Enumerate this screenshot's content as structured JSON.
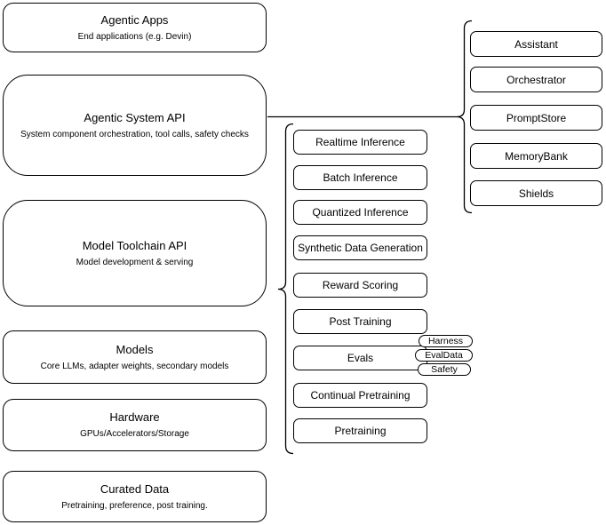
{
  "left_column": {
    "boxes": [
      {
        "title": "Agentic Apps",
        "subtitle": "End applications (e.g. Devin)"
      },
      {
        "title": "Agentic System API",
        "subtitle": "System component orchestration, tool calls, safety checks"
      },
      {
        "title": "Model Toolchain API",
        "subtitle": "Model development & serving"
      },
      {
        "title": "Models",
        "subtitle": "Core LLMs, adapter weights, secondary models"
      },
      {
        "title": "Hardware",
        "subtitle": "GPUs/Accelerators/Storage"
      },
      {
        "title": "Curated Data",
        "subtitle": "Pretraining, preference, post training."
      }
    ]
  },
  "toolchain_group": {
    "items": [
      "Realtime Inference",
      "Batch Inference",
      "Quantized Inference",
      "Synthetic Data Generation",
      "Reward Scoring",
      "Post Training",
      "Evals",
      "Continual Pretraining",
      "Pretraining"
    ],
    "evals_tags": [
      "Harness",
      "EvalData",
      "Safety"
    ]
  },
  "system_group": {
    "items": [
      "Assistant",
      "Orchestrator",
      "PromptStore",
      "MemoryBank",
      "Shields"
    ]
  },
  "colors": {
    "stroke": "#000000",
    "background": "#ffffff",
    "text": "#000000"
  }
}
